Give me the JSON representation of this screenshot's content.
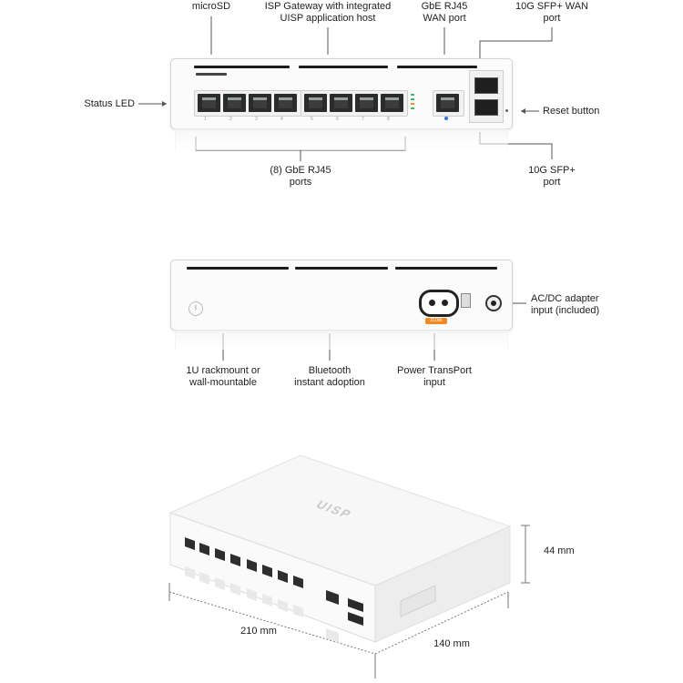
{
  "front_view": {
    "labels": {
      "microsd": "microSD",
      "isp_gateway_line1": "ISP Gateway with integrated",
      "isp_gateway_line2": "UISP application host",
      "gbe_wan_line1": "GbE RJ45",
      "gbe_wan_line2": "WAN port",
      "sfp_wan_line1": "10G SFP+ WAN",
      "sfp_wan_line2": "port",
      "status_led": "Status LED",
      "reset_button": "Reset button",
      "rj45_ports_line1": "(8) GbE RJ45",
      "rj45_ports_line2": "ports",
      "sfp_port_line1": "10G SFP+",
      "sfp_port_line2": "port"
    },
    "port_numbers": [
      "1",
      "2",
      "3",
      "4",
      "5",
      "6",
      "7",
      "8"
    ]
  },
  "rear_view": {
    "labels": {
      "adapter_line1": "AC/DC adapter",
      "adapter_line2": "input (included)",
      "rackmount_line1": "1U rackmount or",
      "rackmount_line2": "wall-mountable",
      "bluetooth_line1": "Bluetooth",
      "bluetooth_line2": "instant adoption",
      "power_transport_line1": "Power TransPort",
      "power_transport_line2": "input"
    },
    "power_badge": "210W"
  },
  "iso_view": {
    "brand_logo": "UISP",
    "dimensions": {
      "height": "44 mm",
      "width": "210 mm",
      "depth": "140 mm"
    }
  },
  "colors": {
    "device_body": "#fbfbfb",
    "port_dark": "#2b2b2b",
    "led_green": "#3dbb5a",
    "accent_orange": "#f08a24",
    "callout_line": "#555555"
  }
}
